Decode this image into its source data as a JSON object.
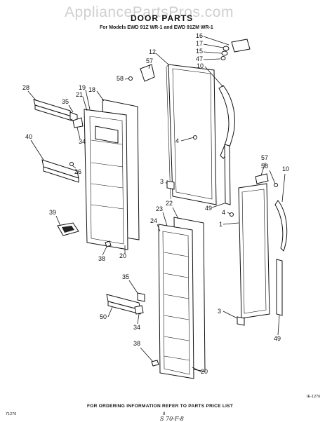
{
  "header": {
    "watermark": "AppliancePartsPros.com",
    "title": "DOOR PARTS",
    "models": "For Models EWD 91Z WR-1 and EWD 91ZM WR-1"
  },
  "footer": {
    "ordering_note": "FOR ORDERING INFORMATION REFER TO PARTS PRICE LIST",
    "code_left": "71276",
    "code_right": "IE-1276",
    "page_number": "8",
    "handwritten": "S 70-F-8"
  },
  "callouts": [
    "16",
    "17",
    "15",
    "47",
    "12",
    "57",
    "10",
    "58",
    "19",
    "18",
    "21",
    "28",
    "35",
    "34",
    "40",
    "26",
    "4",
    "39",
    "20",
    "38",
    "3",
    "23",
    "22",
    "24",
    "49",
    "57",
    "58",
    "10",
    "4",
    "1",
    "35",
    "50",
    "34",
    "38",
    "20",
    "3",
    "49"
  ]
}
